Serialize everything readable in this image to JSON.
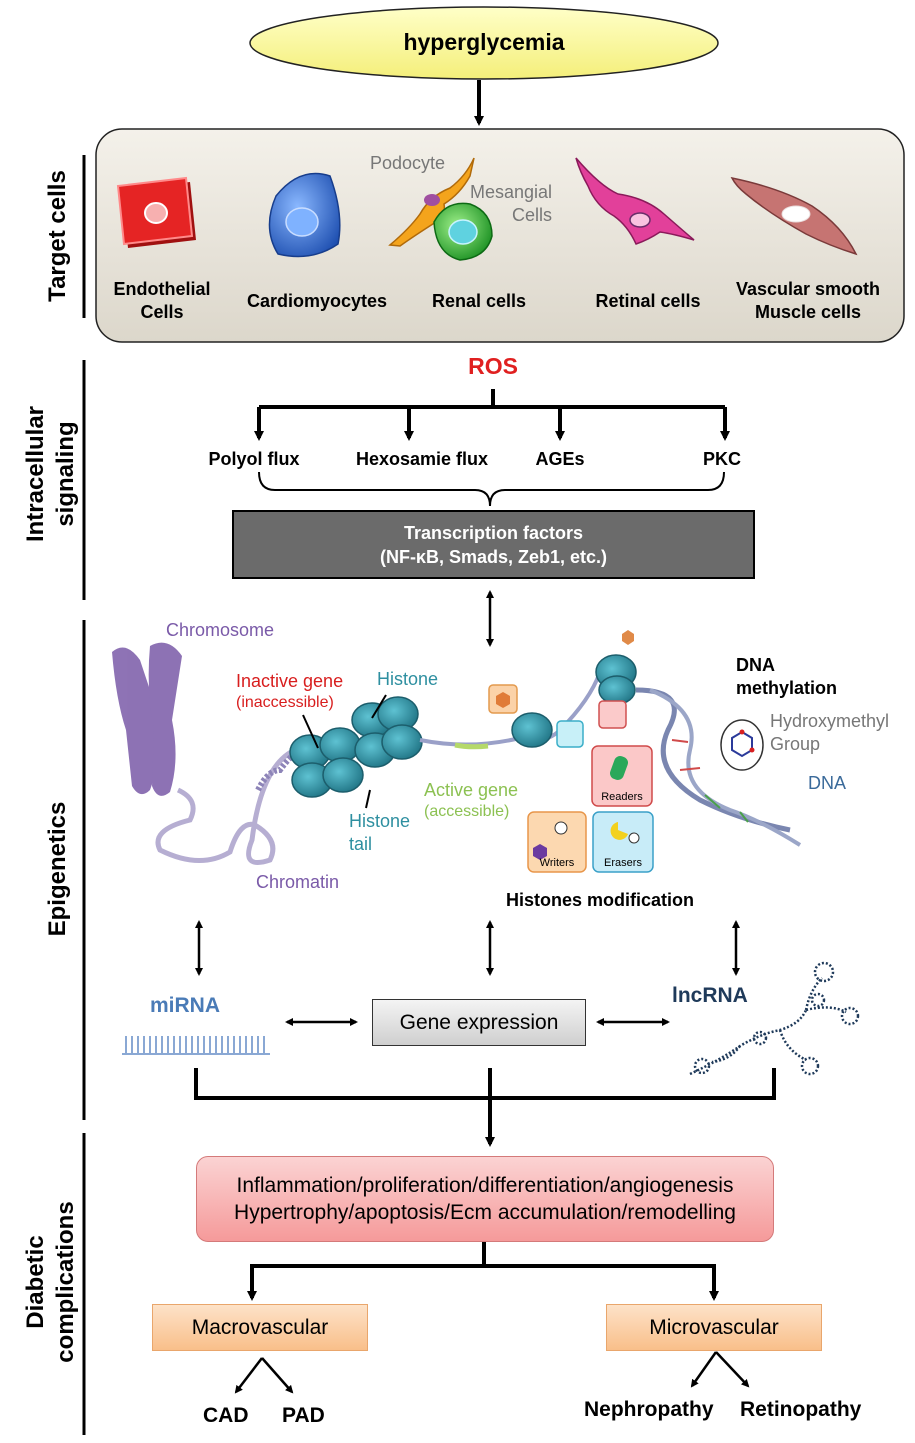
{
  "top": {
    "title": "hyperglycemia"
  },
  "sections": {
    "target_cells": "Target cells",
    "intracellular_line1": "Intracellular",
    "intracellular_line2": "signaling",
    "epigenetics": "Epigenetics",
    "diabetic_line1": "Diabetic",
    "diabetic_line2": "complications"
  },
  "target_cells": {
    "endothelial_line1": "Endothelial",
    "endothelial_line2": "Cells",
    "cardiomyocytes": "Cardiomyocytes",
    "podocyte": "Podocyte",
    "mesangial_line1": "Mesangial",
    "mesangial_line2": "Cells",
    "renal": "Renal cells",
    "retinal": "Retinal cells",
    "vascular_line1": "Vascular smooth",
    "vascular_line2": "Muscle cells"
  },
  "signaling": {
    "ros": "ROS",
    "pathways": [
      "Polyol flux",
      "Hexosamie flux",
      "AGEs",
      "PKC"
    ],
    "tf_line1": "Transcription factors",
    "tf_line2": "(NF-κB, Smads, Zeb1, etc.)"
  },
  "epigenetics": {
    "chromosome": "Chromosome",
    "inactive_gene": "Inactive gene",
    "inaccessible": "(inaccessible)",
    "histone": "Histone",
    "histone_tail_line1": "Histone",
    "histone_tail_line2": "tail",
    "active_gene": "Active gene",
    "accessible": "(accessible)",
    "chromatin": "Chromatin",
    "dna_methylation_line1": "DNA",
    "dna_methylation_line2": "methylation",
    "hydroxymethyl_line1": "Hydroxymethyl",
    "hydroxymethyl_line2": "Group",
    "dna": "DNA",
    "readers": "Readers",
    "writers": "Writers",
    "erasers": "Erasers",
    "histones_modification": "Histones modification",
    "mirna": "miRNA",
    "lncrna": "lncRNA",
    "gene_expression": "Gene expression"
  },
  "complications": {
    "line1": "Inflammation/proliferation/differentiation/angiogenesis",
    "line2": "Hypertrophy/apoptosis/Ecm accumulation/remodelling",
    "macrovascular": "Macrovascular",
    "microvascular": "Microvascular",
    "macro_outcomes": [
      "CAD",
      "PAD"
    ],
    "micro_outcomes": [
      "Nephropathy",
      "Retinopathy"
    ]
  },
  "colors": {
    "ros": "#e02020",
    "inactive": "#d81e1e",
    "histone": "#2e8fa0",
    "active": "#8cc152",
    "chromosome": "#7a5aa8",
    "gray_text": "#777777",
    "mirna": "#4a7bb7",
    "lncrna": "#1f3a5a",
    "tf_box": "#6b6b6b"
  }
}
